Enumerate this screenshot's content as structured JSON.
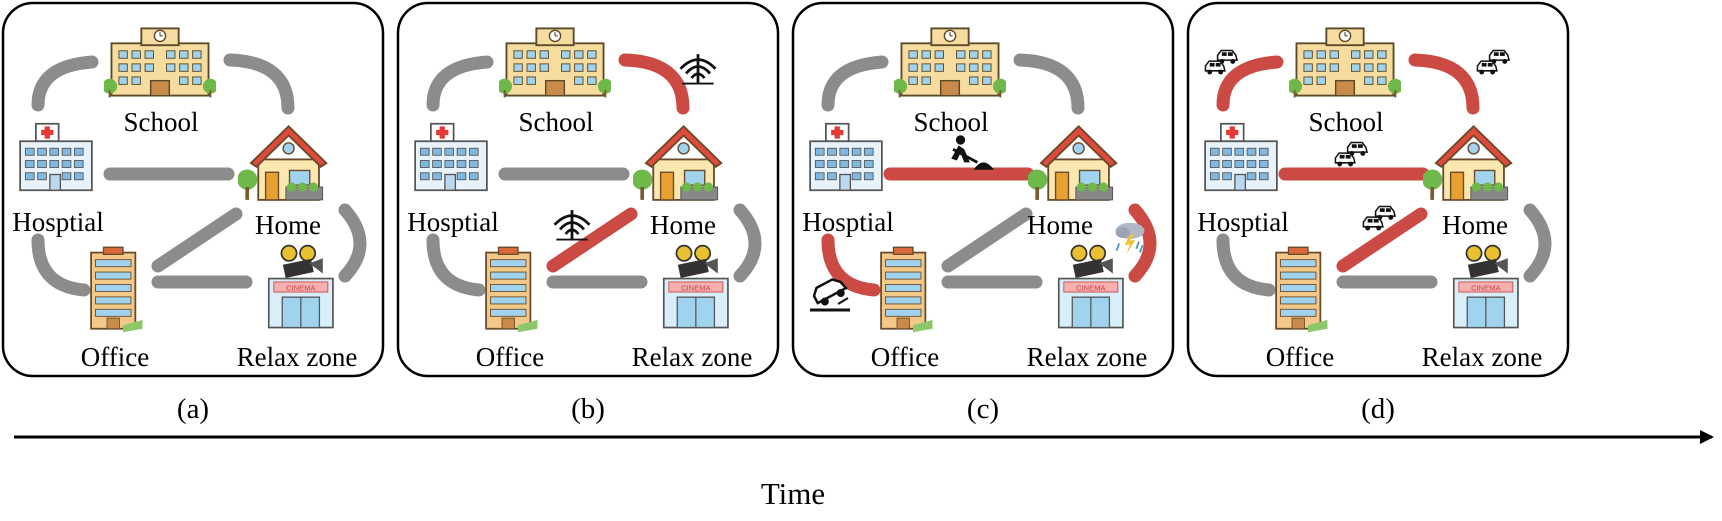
{
  "panels": [
    {
      "caption": "(a)",
      "labels": {
        "school": "School",
        "hospital": "Hosptial",
        "home": "Home",
        "office": "Office",
        "relax": "Relax zone"
      },
      "red_roads": [],
      "events": []
    },
    {
      "caption": "(b)",
      "labels": {
        "school": "School",
        "hospital": "Hosptial",
        "home": "Home",
        "office": "Office",
        "relax": "Relax zone"
      },
      "red_roads": [
        "school-home",
        "office-home"
      ],
      "events": [
        "signal-loss",
        "signal-loss"
      ]
    },
    {
      "caption": "(c)",
      "labels": {
        "school": "School",
        "hospital": "Hosptial",
        "home": "Home",
        "office": "Office",
        "relax": "Relax zone"
      },
      "red_roads": [
        "hospital-home",
        "hospital-office",
        "home-relax"
      ],
      "events": [
        "road-work",
        "car-accident",
        "storm"
      ]
    },
    {
      "caption": "(d)",
      "labels": {
        "school": "School",
        "hospital": "Hosptial",
        "home": "Home",
        "office": "Office",
        "relax": "Relax zone"
      },
      "red_roads": [
        "hospital-school",
        "school-home",
        "hospital-home",
        "office-home"
      ],
      "events": [
        "traffic-jam",
        "traffic-jam",
        "traffic-jam",
        "traffic-jam"
      ]
    }
  ],
  "axis": {
    "label": "Time"
  },
  "colors": {
    "road_normal": "#8c8c8c",
    "road_blocked": "#cc4a44"
  }
}
